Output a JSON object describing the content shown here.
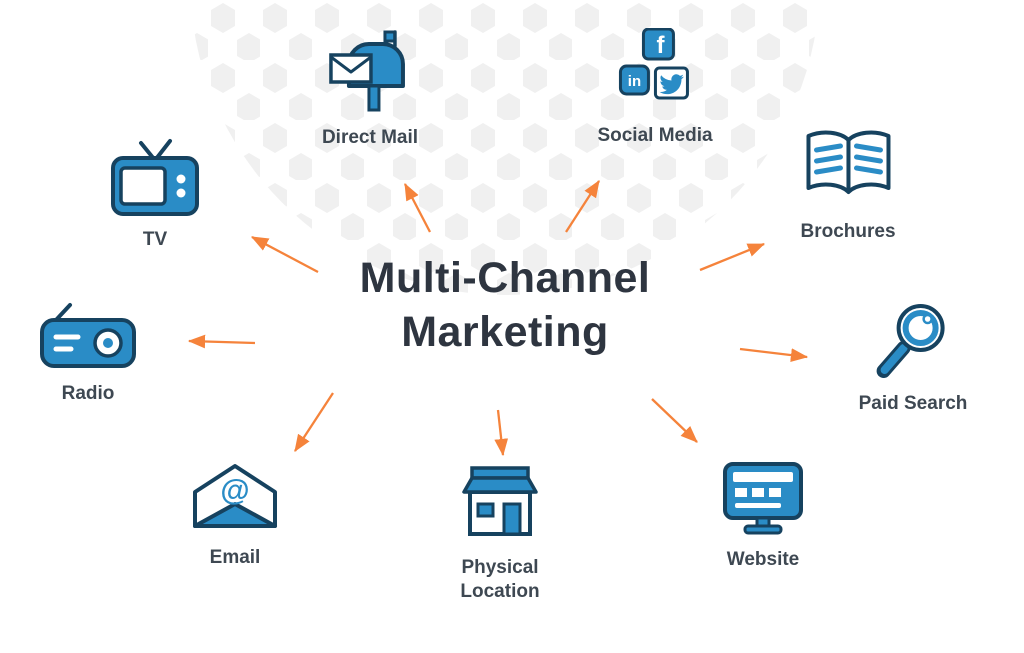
{
  "title": {
    "line1": "Multi-Channel",
    "line2": "Marketing"
  },
  "nodes": [
    {
      "id": "tv",
      "label": "TV",
      "icon": "tv-icon"
    },
    {
      "id": "direct-mail",
      "label": "Direct Mail",
      "icon": "mailbox-icon"
    },
    {
      "id": "social-media",
      "label": "Social Media",
      "icon": "social-icons-cluster"
    },
    {
      "id": "brochures",
      "label": "Brochures",
      "icon": "brochure-icon"
    },
    {
      "id": "radio",
      "label": "Radio",
      "icon": "radio-icon"
    },
    {
      "id": "paid-search",
      "label": "Paid Search",
      "icon": "magnifier-icon"
    },
    {
      "id": "email",
      "label": "Email",
      "icon": "envelope-icon"
    },
    {
      "id": "physical-location",
      "label": "Physical Location",
      "icon": "storefront-icon"
    },
    {
      "id": "website",
      "label": "Website",
      "icon": "monitor-icon"
    }
  ],
  "social_icons": [
    "facebook-icon",
    "linkedin-icon",
    "twitter-icon"
  ],
  "email_at_symbol": "@",
  "facebook_glyph": "f",
  "linkedin_glyph": "in",
  "colors": {
    "icon-blue": "#2a8cc6",
    "icon-outline": "#16425f",
    "arrow-orange": "#f5833b",
    "title": "#2e3540",
    "label": "#3e4852",
    "hex-fill": "#f0f0f0"
  }
}
